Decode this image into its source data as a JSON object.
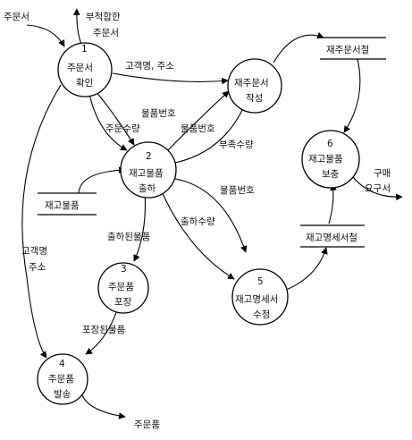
{
  "processes": [
    {
      "number": "1",
      "line1": "주문서",
      "line2": "확인"
    },
    {
      "number": "2",
      "line1": "재고물품",
      "line2": "출하"
    },
    {
      "number": "3",
      "line1": "주문품",
      "line2": "포장"
    },
    {
      "number": "4",
      "line1": "주문품",
      "line2": "발송"
    },
    {
      "number": "5",
      "line1": "재고명세서",
      "line2": "수정"
    },
    {
      "number": "6",
      "line1": "재고물품",
      "line2": "보충"
    },
    {
      "number": "",
      "line1": "재주문서",
      "line2": "작성"
    }
  ],
  "stores": {
    "reorder": "재주문서철",
    "inventory": "재고물품",
    "stock_ledger": "재고명세서철"
  },
  "flows": {
    "order_in": "주문서",
    "invalid_order_1": "부적합한",
    "invalid_order_2": "주문서",
    "customer_name_address": "고객명, 주소",
    "item_no_1": "물품번호",
    "order_qty": "주문수량",
    "item_no_2": "물품번호",
    "shortage_qty": "부족수량",
    "item_no_3": "물품번호",
    "ship_qty": "출하수량",
    "shipped_item": "출하된물품",
    "customer_name": "고객명",
    "address": "주소",
    "packed_item": "포장된물품",
    "order_out": "주문품",
    "purchase_1": "구매",
    "purchase_2": "요구서"
  }
}
